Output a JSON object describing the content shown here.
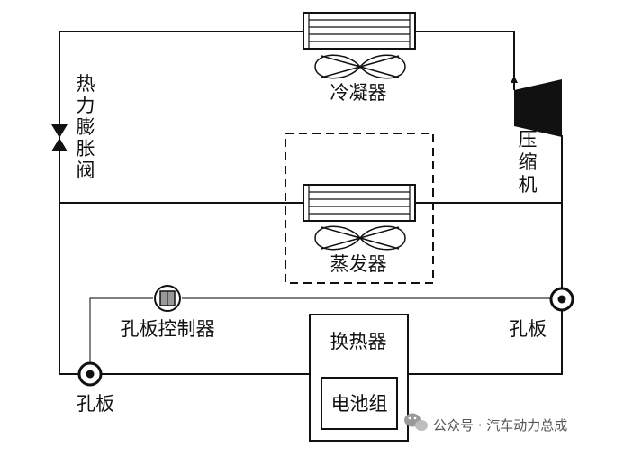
{
  "labels": {
    "condenser": "冷凝器",
    "expansion_valve": [
      "热",
      "力",
      "膨",
      "胀",
      "阀"
    ],
    "compressor": [
      "压",
      "缩",
      "机"
    ],
    "evaporator": "蒸发器",
    "orifice_controller": "孔板控制器",
    "orifice_right": "孔板",
    "orifice_left": "孔板",
    "heat_exchanger": "换热器",
    "battery_pack": "电池组"
  },
  "watermark": {
    "text": "公众号 · 汽车动力总成",
    "icon": "wechat-icon"
  },
  "colors": {
    "line": "#111111",
    "thin_line": "#333333",
    "watermark": "#555555"
  }
}
